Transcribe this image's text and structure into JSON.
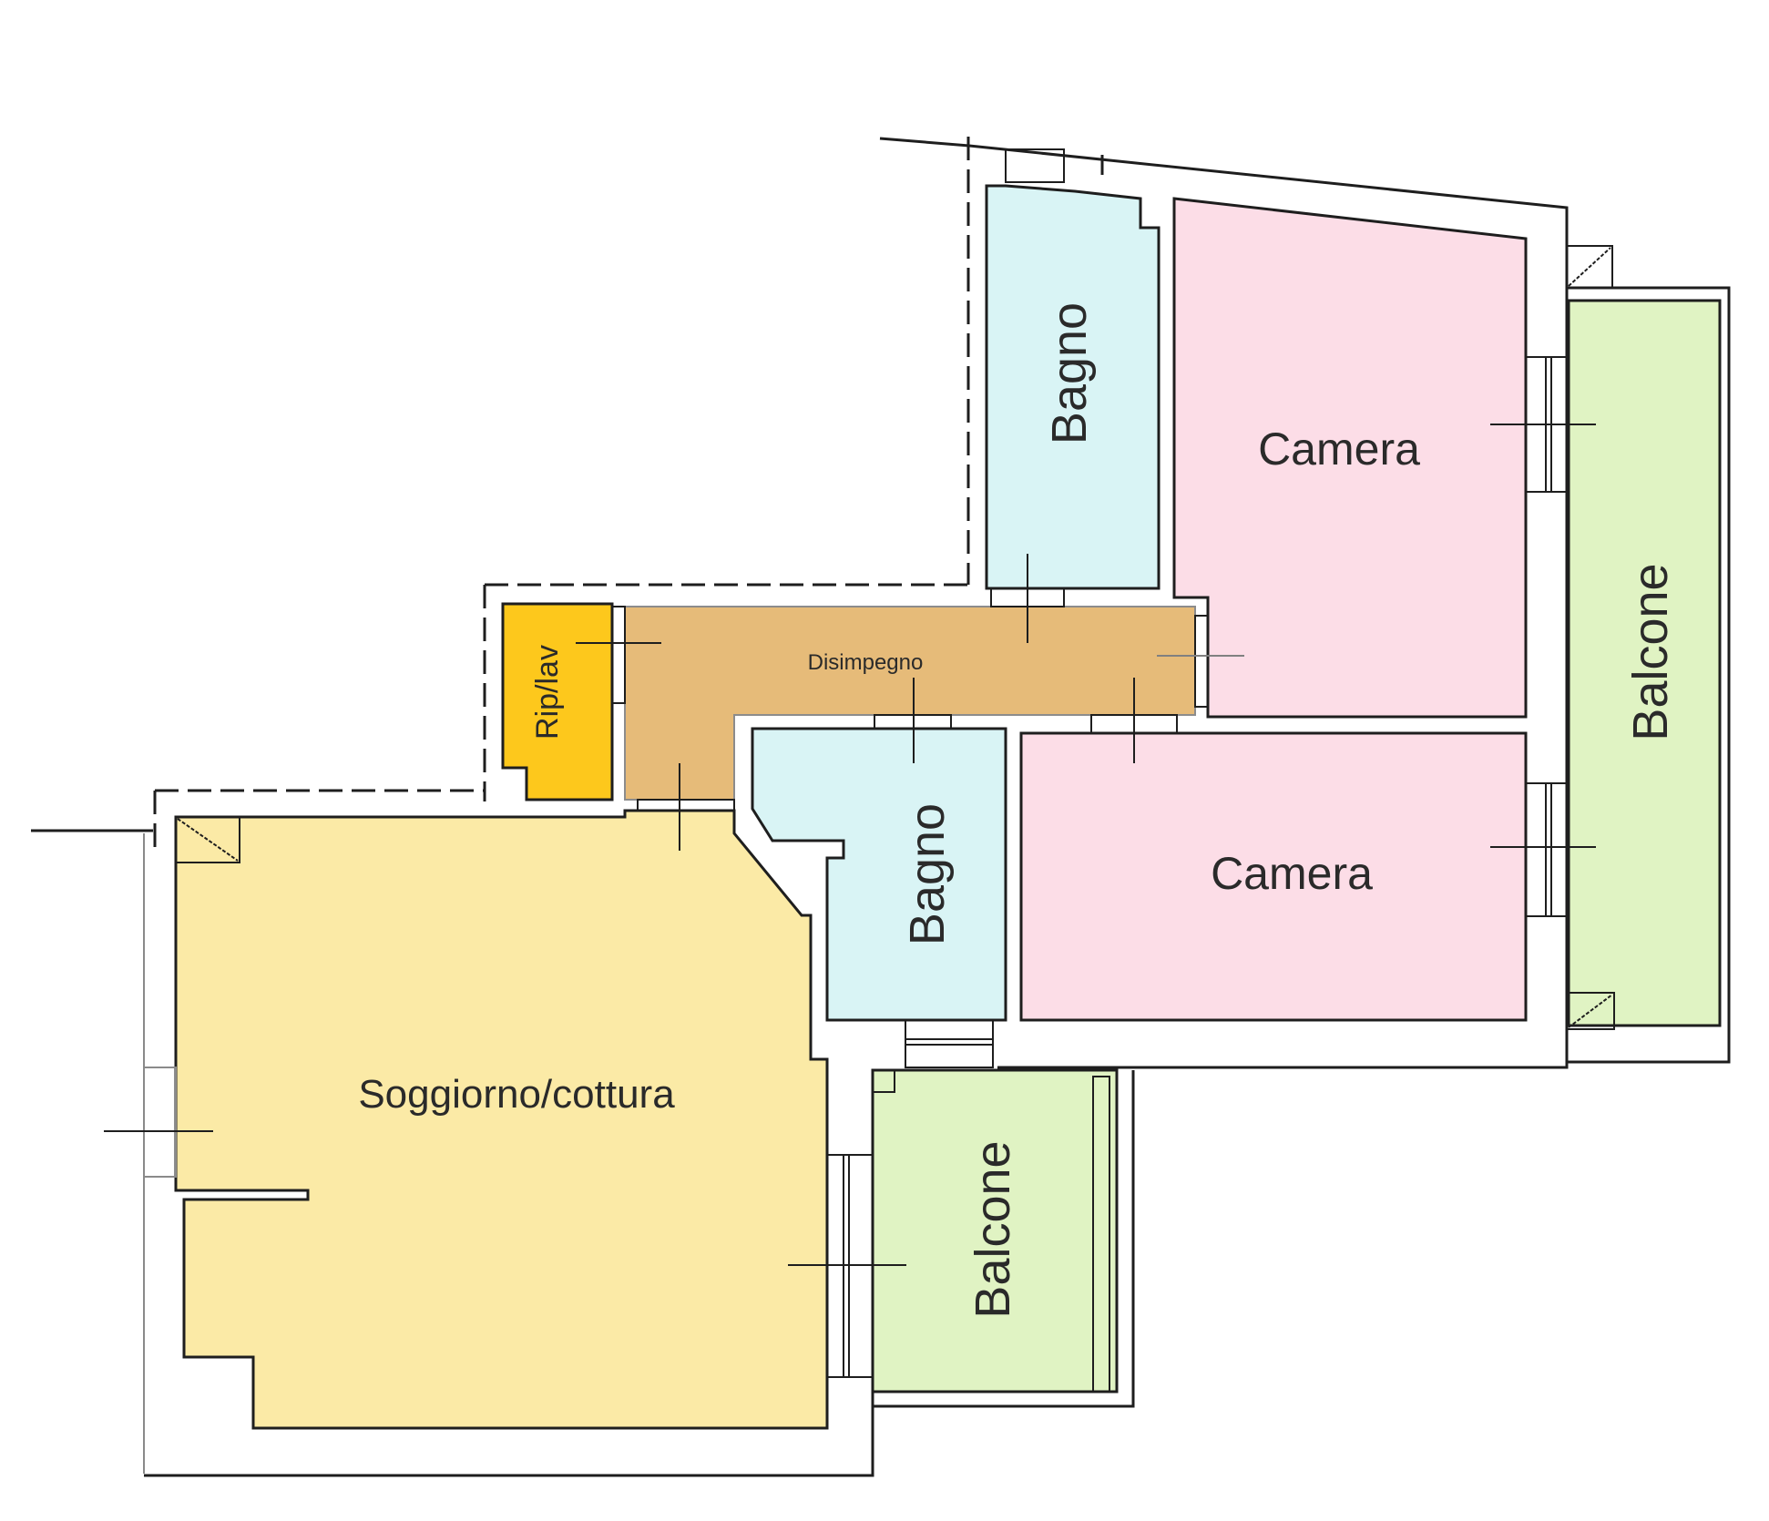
{
  "plan": {
    "title": "Floor plan",
    "rooms": [
      {
        "id": "bagno_top",
        "label": "Bagno",
        "color": "#d9f4f5"
      },
      {
        "id": "camera_top",
        "label": "Camera",
        "color": "#fcdde7"
      },
      {
        "id": "balcone_right",
        "label": "Balcone",
        "color": "#e0f3c3"
      },
      {
        "id": "disimpegno",
        "label": "Disimpegno",
        "color": "#e6bb79"
      },
      {
        "id": "rip_lav",
        "label": "Rip/lav",
        "color": "#fdc81c"
      },
      {
        "id": "bagno_bottom",
        "label": "Bagno",
        "color": "#d9f4f5"
      },
      {
        "id": "camera_bottom",
        "label": "Camera",
        "color": "#fcdde7"
      },
      {
        "id": "soggiorno",
        "label": "Soggiorno/cottura",
        "color": "#fbeaa6"
      },
      {
        "id": "balcone_bottom",
        "label": "Balcone",
        "color": "#e0f3c3"
      }
    ]
  }
}
